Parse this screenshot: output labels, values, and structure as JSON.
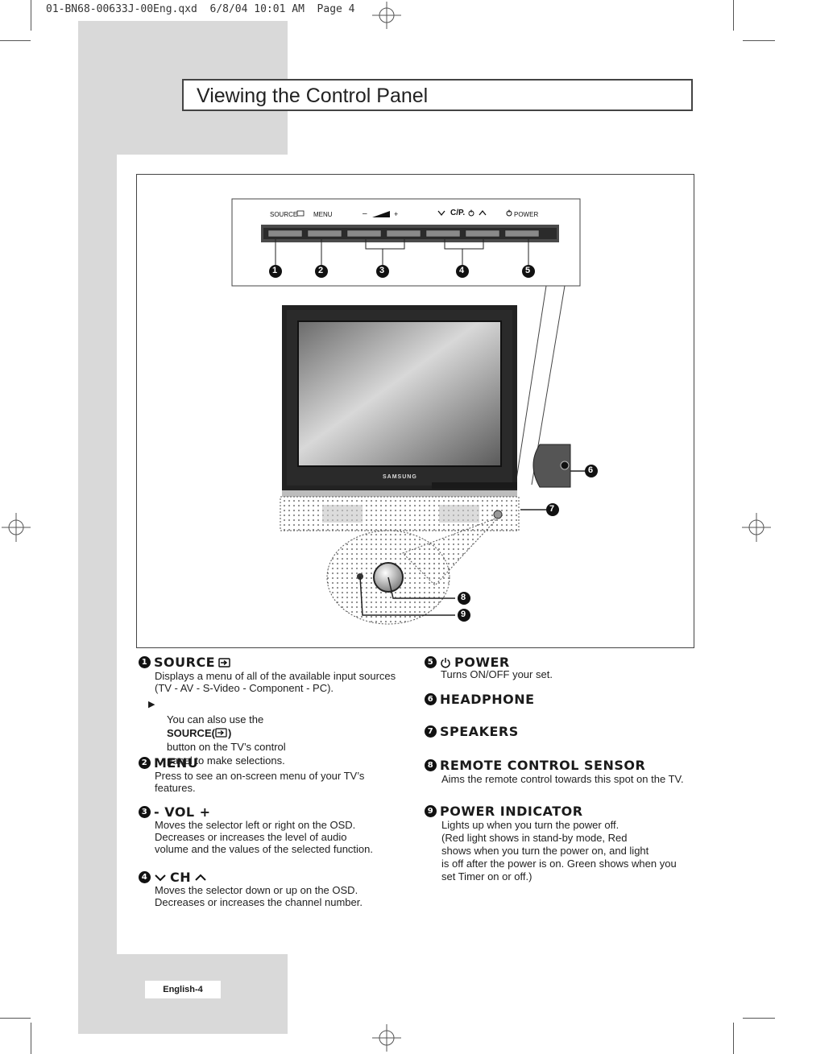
{
  "print_header": "01-BN68-00633J-00Eng.qxd  6/8/04 10:01 AM  Page 4",
  "page_title": "Viewing the Control Panel",
  "figure": {
    "panel_labels": {
      "source": "SOURCE",
      "menu": "MENU",
      "vol_minus": "–",
      "vol_plus": "+",
      "ch": "C/P.",
      "power": "POWER"
    },
    "brand": "SAMSUNG",
    "callouts": [
      "1",
      "2",
      "3",
      "4",
      "5",
      "6",
      "7",
      "8",
      "9"
    ]
  },
  "sections": {
    "source": {
      "num": "1",
      "title": "SOURCE",
      "desc": "Displays a menu of all of the available input sources\n(TV - AV - S-Video - Component - PC).",
      "note_prefix": "You can also use the",
      "note_bold": "SOURCE(",
      "note_bold_end": ")",
      "note_rest": "button on the TV’s control\npanel to make selections."
    },
    "menu": {
      "num": "2",
      "title": "MENU",
      "desc": "Press to see an on-screen menu of  your TV’s\nfeatures."
    },
    "vol": {
      "num": "3",
      "title": "- VOL +",
      "desc": "Moves the selector left or right on the OSD.\nDecreases or increases the level of audio\nvolume and the values of the selected function."
    },
    "ch": {
      "num": "4",
      "title": "CH",
      "desc": "Moves the selector down or up on the OSD.\nDecreases or increases the channel number."
    },
    "power": {
      "num": "5",
      "title": "POWER",
      "desc": "Turns ON/OFF your set."
    },
    "headphone": {
      "num": "6",
      "title": "HEADPHONE"
    },
    "speakers": {
      "num": "7",
      "title": "SPEAKERS"
    },
    "remote": {
      "num": "8",
      "title": "REMOTE CONTROL SENSOR",
      "desc": "Aims the remote control towards this spot on the TV."
    },
    "indicator": {
      "num": "9",
      "title": "POWER INDICATOR",
      "desc": "Lights up when you turn the power off.\n(Red light shows in stand-by mode, Red\nshows when you turn the power on, and light\nis off after the power is on. Green shows  when you\nset Timer on or off.)"
    }
  },
  "footer": {
    "page_label": "English-4"
  }
}
